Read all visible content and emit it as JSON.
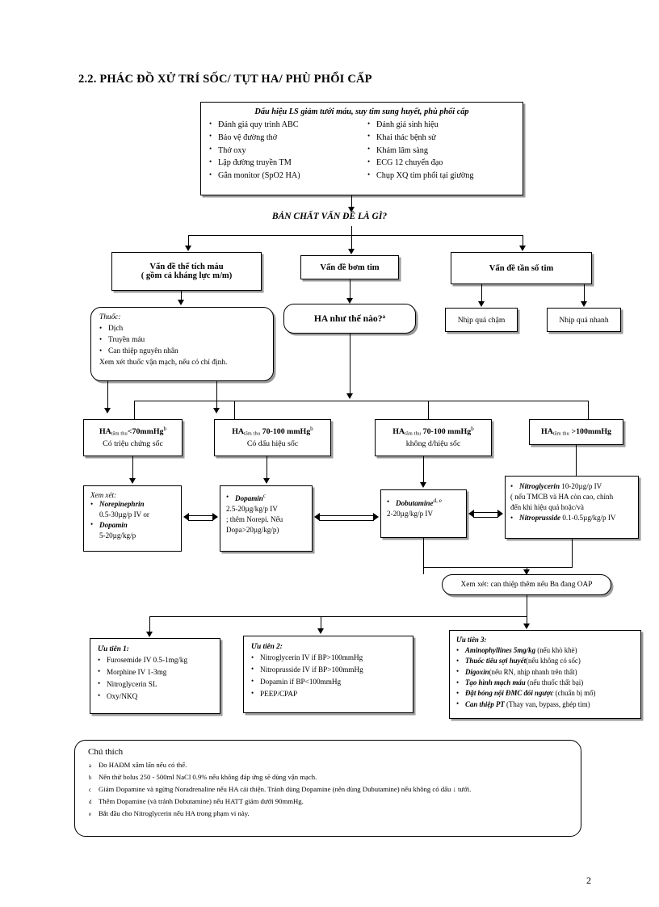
{
  "page": {
    "title": "2.2. PHÁC ĐỒ XỬ TRÍ SỐC/ TỤT HA/ PHÙ PHỔI CẤP",
    "page_number": "2"
  },
  "signs_box": {
    "header": "Dấu hiệu LS giảm tưới máu, suy tim sung huyết, phù phổi cấp",
    "left_items": [
      "Đánh giá quy trình ABC",
      "Bảo vệ đường thở",
      "Thở oxy",
      "Lập đường truyền TM",
      "Gắn monitor (SpO2 HA)"
    ],
    "right_items": [
      "Đánh giá sinh hiệu",
      "Khai thác bệnh sử",
      "Khám lâm sàng",
      "ECG 12 chuyển đạo",
      "Chụp XQ tim phổi tại giường"
    ]
  },
  "question": "BẢN CHẤT VẤN ĐỀ LÀ GÌ?",
  "branches": {
    "volume": {
      "line1": "Vấn đề thể tích máu",
      "line2": "( gồm cả kháng lực m/m)"
    },
    "pump": {
      "line1": "Vấn đề bơm tim"
    },
    "rate": {
      "line1": "Vấn đề tần số tim"
    }
  },
  "drugs_box": {
    "header": "Thuốc:",
    "items": [
      "Dịch",
      "Truyền máu",
      "Can thiệp nguyên nhân"
    ],
    "footer": "Xem xét thuốc vận mạch, nếu có chỉ định."
  },
  "ha_how": {
    "text": "HA như thế nào?",
    "footnote": "a"
  },
  "heart_rate": {
    "slow": "Nhịp quá chậm",
    "fast": "Nhịp quá nhanh"
  },
  "bp_boxes": [
    {
      "label": "HA",
      "sub": "tâm thu",
      "value": "<70mmHg",
      "footnote": "b",
      "line2": "Có triệu chứng sốc"
    },
    {
      "label": "HA",
      "sub": "tâm thu",
      "value": "70-100 mmHg",
      "footnote": "b",
      "line2": "Có dấu hiệu sốc"
    },
    {
      "label": "HA",
      "sub": "tâm thu",
      "value": "70-100 mmHg",
      "footnote": "b",
      "line2": "không d/hiệu sốc"
    },
    {
      "label": "HA",
      "sub": "tâm thu",
      "value": ">100mmHg",
      "footnote": "",
      "line2": ""
    }
  ],
  "rx": {
    "box1": {
      "header": "Xem xét:",
      "item1_drug": "Norepinephrin",
      "item1_dose": "0.5-30µg/p IV or",
      "item2_drug": "Dopamin",
      "item2_dose": "5-20µg/kg/p"
    },
    "box2": {
      "drug": "Dopamin",
      "footnote": "c",
      "line1": "2.5-20µg/kg/p IV",
      "line2": "; thêm Norepi. Nếu",
      "line3": "Dopa>20µg/kg/p)"
    },
    "box3": {
      "drug": "Dobutamine",
      "footnote": "d, e",
      "line1": "2-20µg/kg/p IV"
    },
    "box4": {
      "drug1": "Nitroglycerin",
      "drug1_dose": "10-20µg/p IV",
      "note1": "( nếu TMCB và HA còn cao, chỉnh",
      "note2": "đến khi hiệu quả hoặc/và",
      "drug2": "Nitroprusside",
      "drug2_dose": "0.1-0.5µg/kg/p IV"
    }
  },
  "oap": "Xem xét: can thiệp thêm nếu Bn đang OAP",
  "priorities": [
    {
      "header": "Ưu tiên 1:",
      "items": [
        "Furosemide IV 0.5-1mg/kg",
        "Morphine IV 1-3mg",
        "Nitroglycerin SL",
        "Oxy/NKQ"
      ]
    },
    {
      "header": "Ưu tiên 2:",
      "items": [
        "Nitroglycerin IV if BP>100mmHg",
        "Nitroprusside IV if BP>100mmHg",
        "Dopamin if BP<100mmHg",
        "PEEP/CPAP"
      ]
    },
    {
      "header": "Ưu tiên 3:",
      "items": [
        {
          "drug": "Aminophyllines 5mg/kg",
          "note": " (nếu khò khè)"
        },
        {
          "drug": "Thuốc tiêu sợi huyết",
          "note": "(nếu không có sốc)"
        },
        {
          "drug": "Digoxin",
          "note": "(nếu RN, nhịp nhanh trên thất)"
        },
        {
          "drug": "Tạo hình mạch máu",
          "note": " (nếu thuốc thất bại)"
        },
        {
          "drug": "Đặt bóng nội ĐMC đối ngược",
          "note": " (chuẩn bị mổ)"
        },
        {
          "drug": "Can thiệp PT",
          "note": " (Thay van, bypass, ghép tim)"
        }
      ]
    }
  ],
  "notes": {
    "header": "Chú thích",
    "items": [
      {
        "mark": "a",
        "text": "Đo HAĐM xâm lấn nếu có thể."
      },
      {
        "mark": "b",
        "text": "Nên thử bolus 250 - 500ml NaCl 0.9% nếu không đáp ứng sẽ dùng vận mạch."
      },
      {
        "mark": "c",
        "text": "Giảm Dopamine và ngừng Noradrenaline nếu HA cải thiện. Tránh dùng Dopamine (nên dùng Dubutamine) nếu không có dấu ↓ tưới."
      },
      {
        "mark": "d",
        "text": "Thêm Dopamine (và tránh Dobutamine) nếu HATT giảm dưới 90mmHg."
      },
      {
        "mark": "e",
        "text": "Bắt đầu cho Nitroglycerin nếu HA trong phạm vi này."
      }
    ]
  }
}
